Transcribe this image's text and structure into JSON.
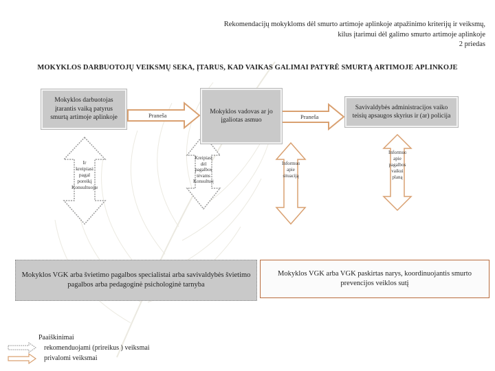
{
  "header": {
    "line1": "Rekomendacijų mokykloms dėl smurto artimoje aplinkoje atpažinimo kriterijų ir veiksmų,",
    "line2": "kilus įtarimui dėl galimo smurto artimoje aplinkoje",
    "line3": "2 priedas"
  },
  "title": "MOKYKLOS DARBUOTOJŲ VEIKSMŲ SEKA, ĮTARUS, KAD VAIKAS GALIMAI PATYRĖ SMURTĄ ARTIMOJE APLINKOJE",
  "nodes": {
    "employee": "Mokyklos darbuotojas įtarantis vaiką patyrus smurtą artimoje aplinkoje",
    "head": "Mokyklos vadovas ar jo įgaliotas asmuo",
    "municipality": "Savivaldybės administracijos vaiko teisių apsaugos skyrius ir (ar) policija",
    "vgk_specialist": "Mokyklos VGK arba švietimo pagalbos specialistai arba savivaldybės švietimo pagalbos arba pedagoginė psichologinė tarnyba",
    "vgk_member": "Mokyklos VGK arba VGK paskirtas narys, koordinuojantis smurto prevencijos veiklos sutį"
  },
  "arrow_labels": {
    "employee_to_head": "Praneša",
    "head_to_municipality": "Praneša",
    "vertical_1": "Ir\nkreipiasi\npagal\nporeikį\nKonsultuojasi",
    "vertical_2": "Kreipiasi\ndėl\npagalbos\ntėvams\nKonsultuojasi",
    "vertical_3": "Informuoja\napie\nsituaciją",
    "vertical_4": "Informuoja\napie\npagalbos\nvaikui\nplaną"
  },
  "legend": {
    "title": "Paaiškinimai",
    "recommended": "rekomenduojami (prireikus ) veiksmai",
    "mandatory": "privalomi veiksmai"
  },
  "colors": {
    "mandatory_arrow": "#d9a070",
    "recommended_arrow": "#9a9a9a",
    "gray_box": "#c9c9c9",
    "accent_border": "#b86b3c"
  }
}
